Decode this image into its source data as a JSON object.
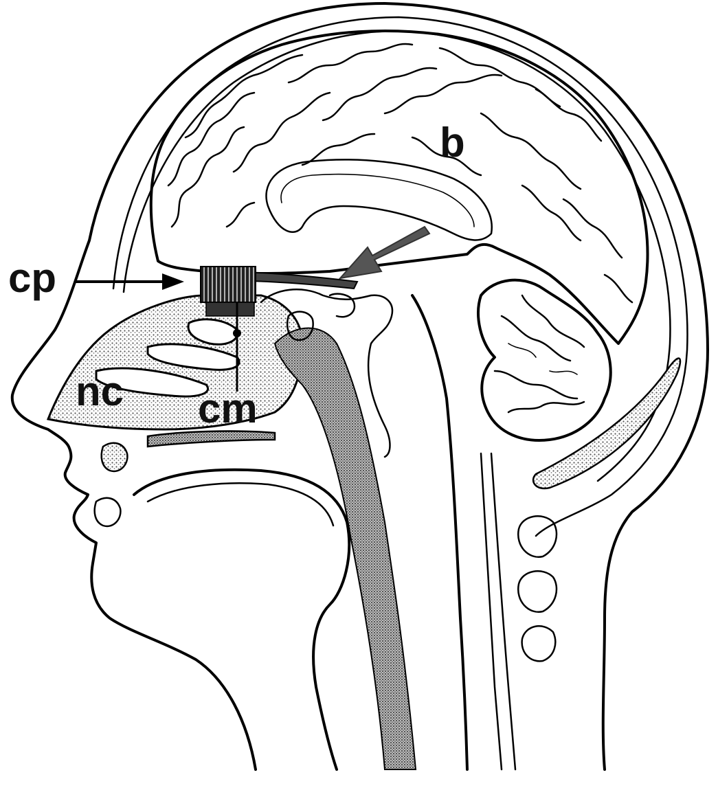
{
  "labels": {
    "cp": "cp",
    "b": "b",
    "nc": "nc",
    "cm": "cm"
  },
  "colors": {
    "ink": "#000000",
    "stipple": "#555555",
    "background": "#ffffff"
  }
}
